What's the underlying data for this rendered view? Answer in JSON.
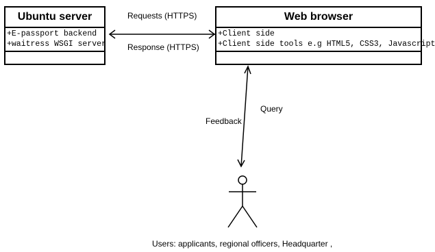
{
  "classes": {
    "ubuntu_server": {
      "title": "Ubuntu server",
      "attributes": [
        "+E-passport backend",
        "+waitress WSGI server"
      ]
    },
    "web_browser": {
      "title": "Web browser",
      "attributes": [
        "+Client side",
        "+Client side tools e.g HTML5, CSS3, Javascript"
      ]
    }
  },
  "connections": {
    "request_label": "Requests (HTTPS)",
    "response_label": "Response (HTTPS)",
    "query_label": "Query",
    "feedback_label": "Feedback"
  },
  "actor": {
    "label": "Users: applicants, regional officers, Headquarter ,"
  }
}
